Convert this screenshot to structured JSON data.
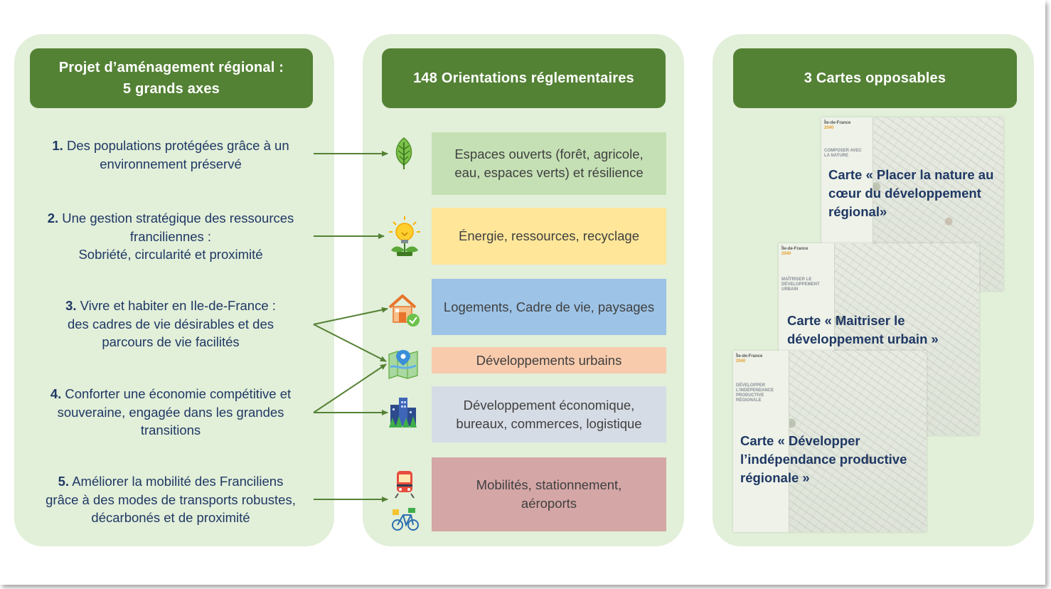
{
  "left": {
    "header_line1": "Projet d’aménagement régional :",
    "header_line2": "5 grands axes",
    "axes": [
      {
        "num": "1.",
        "lines": [
          "Des populations protégées grâce à un",
          "environnement préservé"
        ]
      },
      {
        "num": "2.",
        "lines": [
          "Une gestion stratégique des ressources",
          "franciliennes :",
          "Sobriété, circularité et proximité"
        ]
      },
      {
        "num": "3.",
        "lines": [
          "Vivre et habiter en Ile-de-France :",
          "des cadres de vie désirables et des",
          "parcours de vie facilités"
        ]
      },
      {
        "num": "4.",
        "lines": [
          "Conforter une économie compétitive et",
          "souveraine, engagée dans les grandes",
          "transitions"
        ]
      },
      {
        "num": "5.",
        "lines": [
          "Améliorer la mobilité des Franciliens",
          "grâce à des modes de transports robustes,",
          "décarbonés et de proximité"
        ]
      }
    ]
  },
  "middle": {
    "header": "148 Orientations  réglementaires",
    "orientations": [
      {
        "lines": [
          "Espaces ouverts (forêt, agricole,",
          "eau, espaces verts) et résilience"
        ],
        "color": "#c5e0b4",
        "icon": "leaf-icon"
      },
      {
        "lines": [
          "Énergie, ressources, recyclage"
        ],
        "color": "#ffe699",
        "icon": "lightbulb-plant-icon"
      },
      {
        "lines": [
          "Logements, Cadre de vie, paysages"
        ],
        "color": "#9dc3e6",
        "icon": "house-check-icon"
      },
      {
        "lines": [
          "Développements urbains"
        ],
        "color": "#f8cbad",
        "icon": "map-pin-icon"
      },
      {
        "lines": [
          "Développement économique,",
          "bureaux, commerces, logistique"
        ],
        "color": "#d6dce5",
        "icon": "city-buildings-icon"
      },
      {
        "lines": [
          "Mobilités, stationnement,",
          "aéroports"
        ],
        "color": "#d5a6a6",
        "icon": "train-bicycle-icon"
      }
    ]
  },
  "right": {
    "header": "3 Cartes opposables",
    "maps": [
      {
        "label_lines": [
          "Carte « Placer la nature au",
          "cœur du développement",
          "régional»"
        ],
        "cover_brand": "Île-de-France",
        "cover_year": "2040",
        "cover_title": "COMPOSER AVEC LA NATURE"
      },
      {
        "label_lines": [
          "Carte « Maitriser le",
          "développement urbain »"
        ],
        "cover_brand": "Île-de-France",
        "cover_year": "2040",
        "cover_title": "MAÎTRISER LE DÉVELOPPEMENT URBAIN"
      },
      {
        "label_lines": [
          "Carte « Développer",
          "l’indépendance productive",
          "régionale »"
        ],
        "cover_brand": "Île-de-France",
        "cover_year": "2040",
        "cover_title": "DÉVELOPPER L’INDÉPENDANCE PRODUCTIVE RÉGIONALE"
      }
    ]
  },
  "colors": {
    "panel_bg": "#e2efd9",
    "header_green": "#548235",
    "text_navy": "#1f3864",
    "arrow_green": "#548235"
  }
}
